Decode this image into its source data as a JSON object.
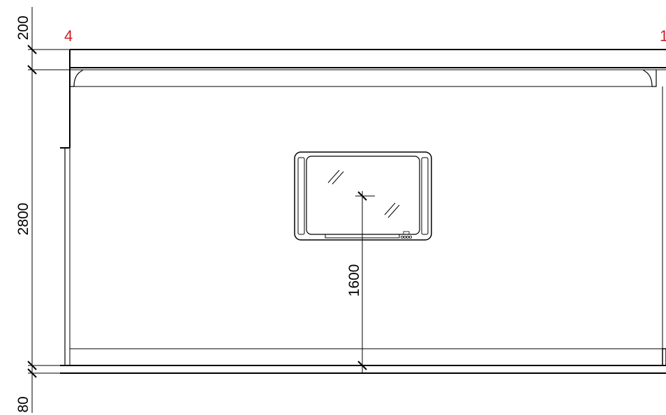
{
  "markers": {
    "left": "4",
    "right": "1"
  },
  "dimensions": {
    "top": "200",
    "middle": "2800",
    "bottom": "80",
    "board_height": "1600"
  },
  "colors": {
    "marker": "#c8202a",
    "line": "#000000",
    "background": "#ffffff"
  }
}
